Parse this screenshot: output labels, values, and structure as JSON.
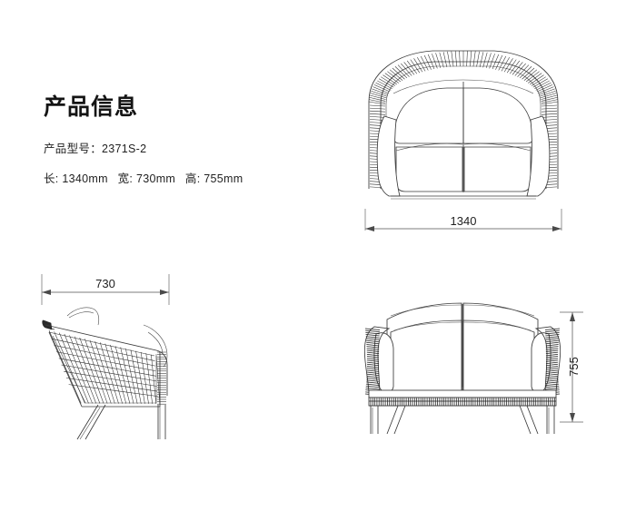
{
  "info": {
    "title": "产品信息",
    "model_label": "产品型号：",
    "model_value": "2371S-2",
    "spec_length_label": "长:",
    "spec_length_value": "1340mm",
    "spec_width_label": "宽:",
    "spec_width_value": "730mm",
    "spec_height_label": "高:",
    "spec_height_value": "755mm"
  },
  "views": {
    "top": {
      "name": "top-view",
      "dimension_label": "1340",
      "dimension_axis": "horizontal"
    },
    "side": {
      "name": "side-view",
      "dimension_label": "730",
      "dimension_axis": "horizontal"
    },
    "front": {
      "name": "front-view",
      "dimension_label": "755",
      "dimension_axis": "vertical"
    }
  },
  "colors": {
    "background": "#ffffff",
    "line": "#3a3a3a",
    "weave_dark": "#1e1e1e",
    "dimension": "#7d7d7d",
    "text": "#1a1a1a"
  }
}
